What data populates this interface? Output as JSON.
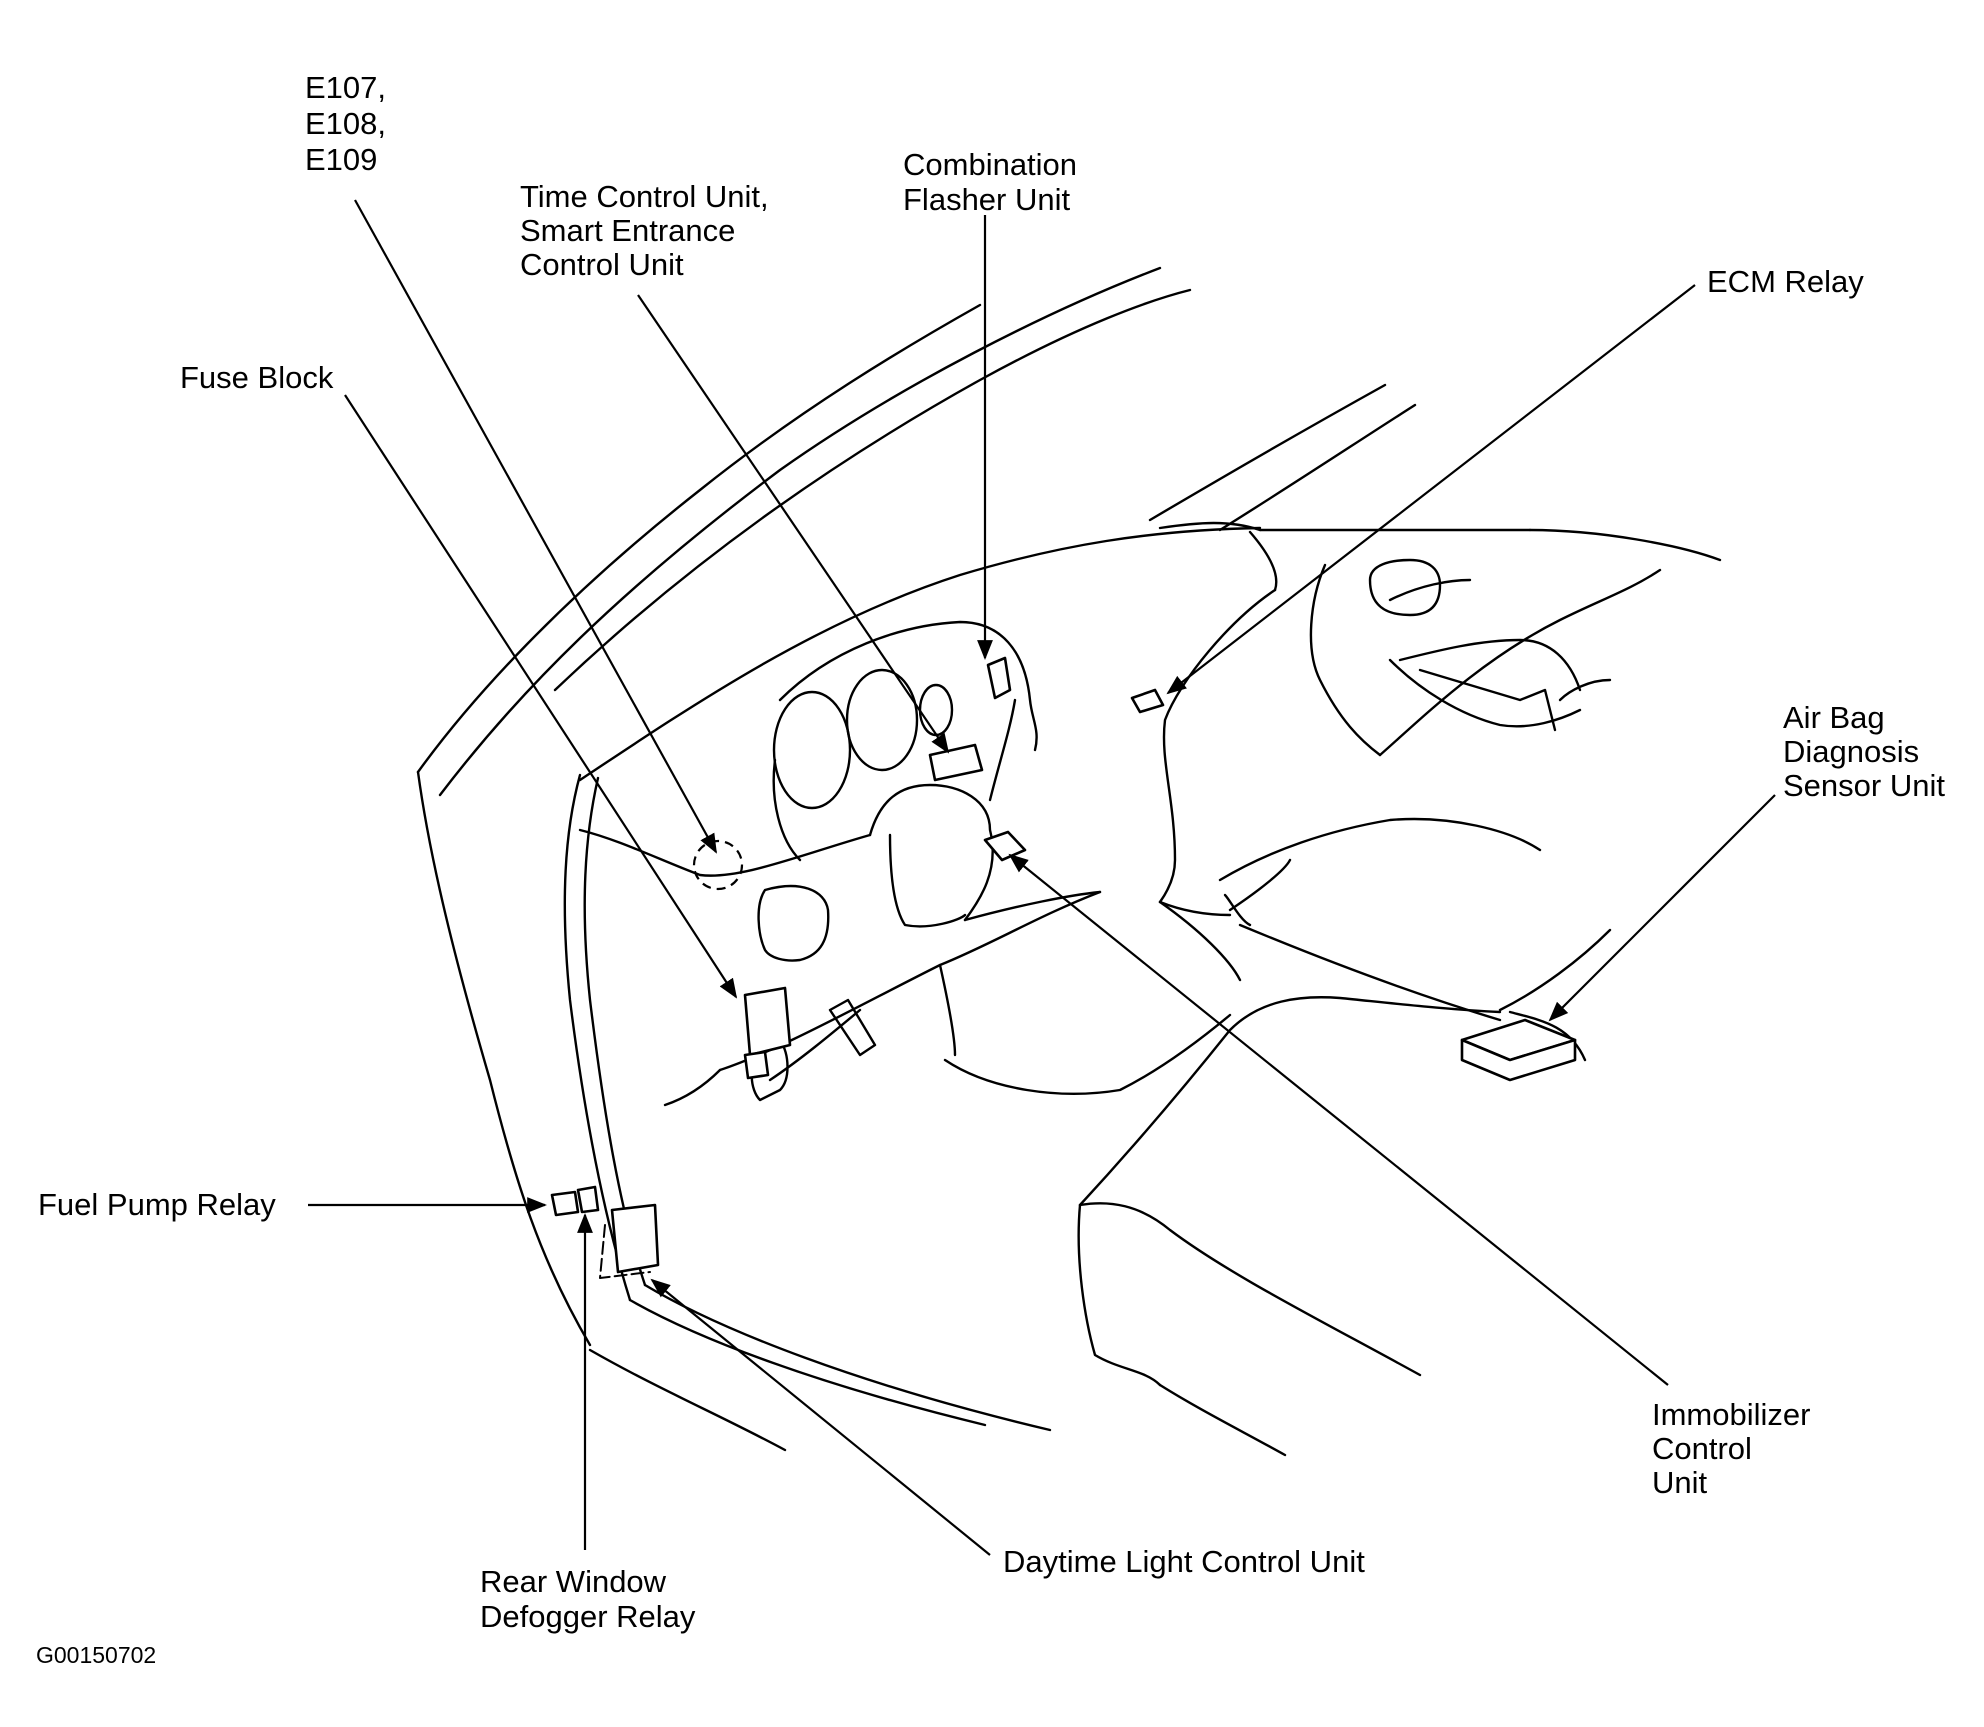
{
  "labels": {
    "e_codes": [
      "E107,",
      "E108,",
      "E109"
    ],
    "time_control": [
      "Time Control Unit,",
      "Smart Entrance",
      "Control Unit"
    ],
    "combination_flasher": [
      "Combination",
      "Flasher Unit"
    ],
    "ecm_relay": "ECM Relay",
    "fuse_block": "Fuse Block",
    "air_bag": [
      "Air Bag",
      "Diagnosis",
      "Sensor Unit"
    ],
    "fuel_pump_relay": "Fuel Pump Relay",
    "immobilizer": [
      "Immobilizer",
      "Control",
      "Unit"
    ],
    "daytime_light": "Daytime Light Control Unit",
    "rear_window": [
      "Rear Window",
      "Defogger Relay"
    ]
  },
  "figure_code": "G00150702"
}
